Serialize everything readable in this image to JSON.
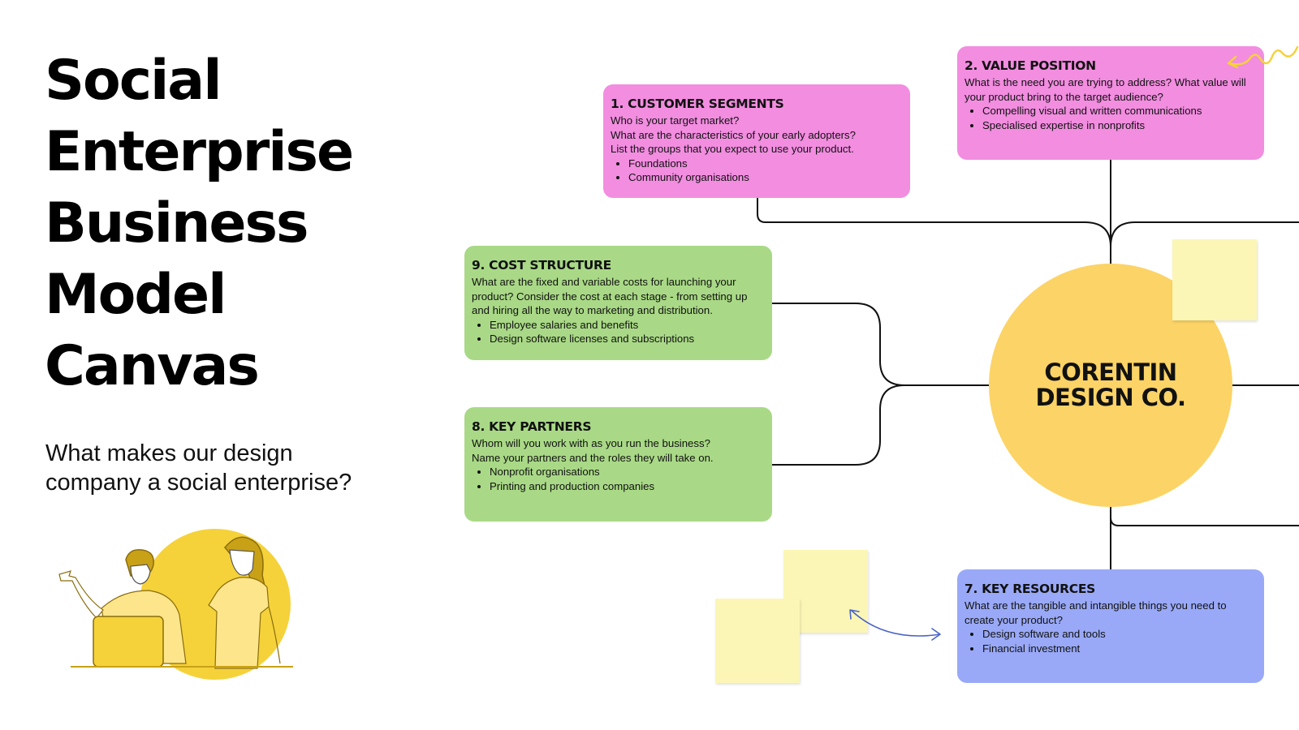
{
  "title": {
    "lines": [
      "Social",
      "Enterprise",
      "Business",
      "Model",
      "Canvas"
    ]
  },
  "subtitle": {
    "lines": [
      "What makes our design",
      "company a social enterprise?"
    ]
  },
  "center": {
    "lines": [
      "CORENTIN",
      "DESIGN CO."
    ],
    "color": "#fcd366"
  },
  "cards": {
    "customer_segments": {
      "heading": "1. CUSTOMER SEGMENTS",
      "lines": [
        "Who is your target market?",
        "What are the characteristics of your early adopters?",
        "List the groups that you expect to use your product."
      ],
      "bullets": [
        "Foundations",
        "Community organisations"
      ]
    },
    "value_position": {
      "heading": "2. VALUE POSITION",
      "lines": [
        "What is the need you are trying to address? What value will your product bring to the target audience?"
      ],
      "bullets": [
        "Compelling visual and written communications",
        "Specialised expertise in nonprofits"
      ]
    },
    "cost_structure": {
      "heading": "9. COST STRUCTURE",
      "lines": [
        "What are the fixed and variable costs for launching your product? Consider the cost at each stage - from setting up and hiring all the way to marketing and distribution."
      ],
      "bullets": [
        "Employee salaries and benefits",
        "Design software licenses and subscriptions"
      ]
    },
    "key_partners": {
      "heading": "8. KEY PARTNERS",
      "lines": [
        "Whom will you work with as you run the business?",
        "Name your partners and the roles they will take on."
      ],
      "bullets": [
        "Nonprofit organisations",
        "Printing and production companies"
      ]
    },
    "key_resources": {
      "heading": "7. KEY RESOURCES",
      "lines": [
        "What are the tangible and intangible things you need to create your product?"
      ],
      "bullets": [
        "Design software and tools",
        "Financial investment"
      ]
    }
  },
  "colors": {
    "pink": "#f28de0",
    "green": "#a9d986",
    "blue": "#99a9f7",
    "sticky": "#fbf6b6",
    "accent_yellow": "#f5d23a",
    "arrow_blue": "#4a63c7"
  },
  "icons": [
    "squiggle-arrow-icon",
    "double-arrow-icon",
    "people-illustration"
  ]
}
